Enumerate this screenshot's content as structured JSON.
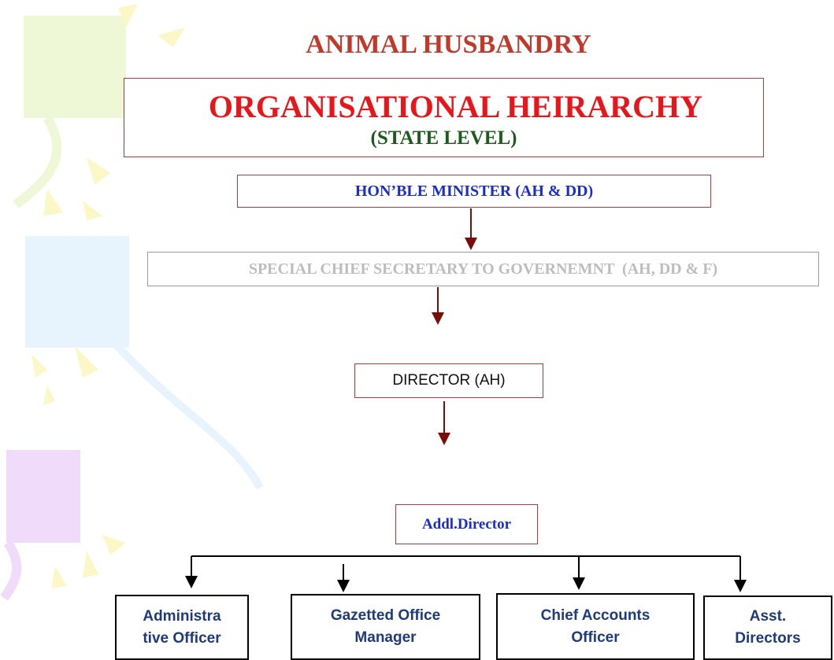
{
  "title": "ANIMAL HUSBANDRY",
  "heading": {
    "title": "ORGANISATIONAL HEIRARCHY",
    "subtitle": "(STATE LEVEL)"
  },
  "levels": {
    "minister": "HON’BLE MINISTER (AH & DD)",
    "secretary": "SPECIAL CHIEF SECRETARY TO GOVERNEMNT  (AH, DD & F)",
    "director": "DIRECTOR (AH)",
    "addl_director": "Addl.Director"
  },
  "officers": [
    {
      "line1": "Administra",
      "line2": "tive Officer"
    },
    {
      "line1": "Gazetted Office",
      "line2": "Manager"
    },
    {
      "line1": "Chief Accounts",
      "line2": "Officer"
    },
    {
      "line1": "Asst.",
      "line2": "Directors"
    }
  ],
  "colors": {
    "title": "#c0392b",
    "heading_title": "#e8161b",
    "heading_subtitle": "#1d5a1d",
    "minister_text": "#1a2ccf",
    "secretary_text": "#bdbdbd",
    "officer_text": "#1f3a7a",
    "arrow_dark_red": "#7a0c0c"
  }
}
